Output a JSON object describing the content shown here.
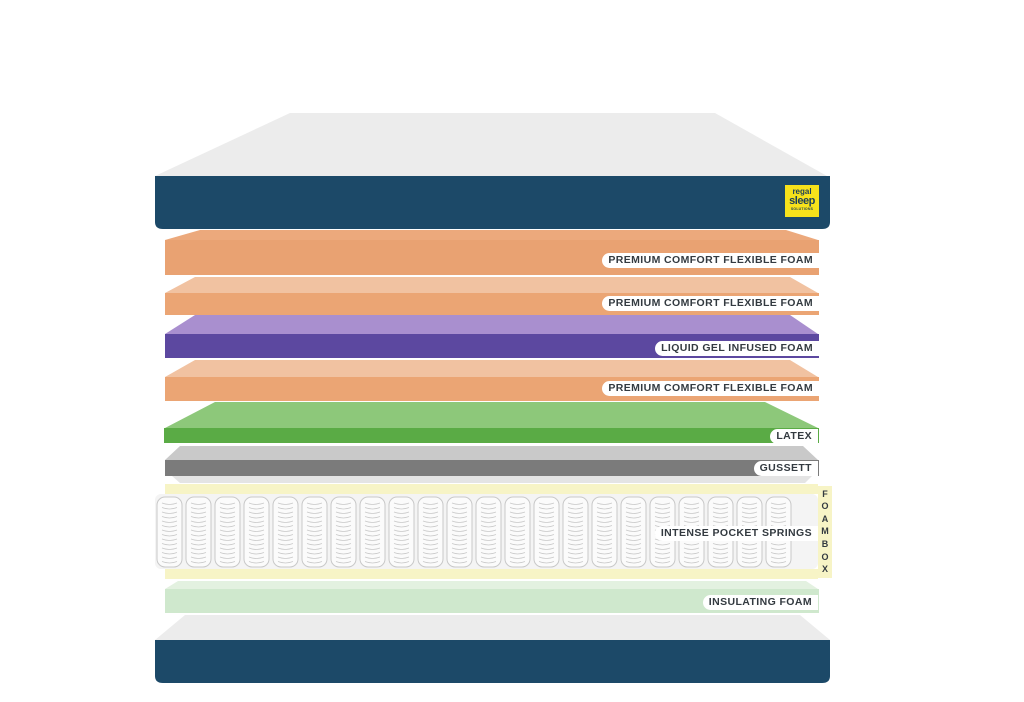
{
  "logo": {
    "line1": "regal",
    "line2": "sleep",
    "line3": "SOLUTIONS"
  },
  "layers": [
    {
      "id": "premium-comfort-flexible-foam-1",
      "label": "PREMIUM COMFORT FLEXIBLE FOAM",
      "color_top": "#eca97c",
      "color_side": "#e9a272"
    },
    {
      "id": "premium-comfort-flexible-foam-2",
      "label": "PREMIUM COMFORT FLEXIBLE FOAM",
      "color_top": "#f1c2a1",
      "color_side": "#eba574"
    },
    {
      "id": "liquid-gel-infused-foam",
      "label": "LIQUID GEL INFUSED FOAM",
      "color_top": "#a98fcf",
      "color_side": "#5c48a0"
    },
    {
      "id": "premium-comfort-flexible-foam-3",
      "label": "PREMIUM COMFORT FLEXIBLE FOAM",
      "color_top": "#f1c2a1",
      "color_side": "#eba574"
    },
    {
      "id": "latex",
      "label": "LATEX",
      "color_top": "#8dc87a",
      "color_side": "#5aab45"
    },
    {
      "id": "gussett",
      "label": "GUSSETT",
      "color_top": "#c9c9c9",
      "color_side": "#7b7b7b"
    },
    {
      "id": "intense-pocket-springs",
      "label": "INTENSE POCKET SPRINGS",
      "color_top": "#f6f6f6",
      "color_side": "#eeeeee"
    },
    {
      "id": "insulating-foam",
      "label": "INSULATING FOAM",
      "color_top": "#e3f1e0",
      "color_side": "#cfe8cd"
    }
  ],
  "foam_box": {
    "letters": [
      "F",
      "O",
      "A",
      "M",
      "B",
      "O",
      "X"
    ],
    "color": "#f7f4c6"
  },
  "colors": {
    "navy": "#1c4968",
    "cover_top": "#ececec",
    "spring_outline": "#c8c8c8"
  }
}
